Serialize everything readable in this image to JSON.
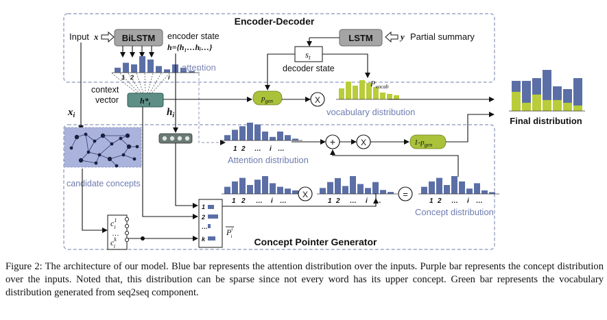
{
  "figure": {
    "encoder_decoder_title": "Encoder-Decoder",
    "input_label": "Input",
    "input_var": "x",
    "bilstm_label": "BiLSTM",
    "encoder_state_label": "encoder state",
    "encoder_state_formula": "h={h₁…hᵢ…}",
    "attention_label": "attention",
    "lstm_label": "LSTM",
    "y_var": "y",
    "partial_summary_label": "Partial summary",
    "st_label": "s",
    "st_sub": "t",
    "decoder_state_label": "decoder state",
    "context_vector_label": "context\nvector",
    "h_star_label": "h*",
    "h_star_sub": "t",
    "pgen_label": "p",
    "pgen_sub": "gen",
    "times_symbol": "X",
    "pvocab_label": "P",
    "pvocab_sub": "vocab",
    "vocab_dist_label": "vocabulary distribution",
    "final_dist_label": "Final distribution",
    "xi_label": "x",
    "xi_sub": "i",
    "hi_label": "h",
    "hi_sub": "i",
    "candidate_concepts_label": "candidate concepts",
    "attention_axis": [
      "1",
      "2",
      "…",
      "i",
      "…"
    ],
    "attention_dist_label": "Attention distribution",
    "plus_symbol": "+",
    "one_minus_pgen_label": "1-p",
    "one_minus_pgen_sub": "gen",
    "equals_symbol": "=",
    "concept_dist_label": "Concept distribution",
    "concept_pointer_title": "Concept Pointer Generator",
    "ci1_label": "c",
    "ci1_sup": "1",
    "ci1_sub": "i",
    "ci_dots": "…",
    "cik_label": "c",
    "cik_sup": "k",
    "cik_sub": "i",
    "matrix_rows": [
      "1",
      "2",
      "…",
      "k"
    ],
    "p_hat_label": "P",
    "p_hat_sup": "c",
    "p_hat_sub": "i",
    "colors": {
      "blue_bar": "#5b6fa6",
      "lime_bar": "#b9cc3a",
      "pill_fill": "#a9c23a",
      "box_gray": "#9a9a9a",
      "dashed_border": "#8a93b8",
      "network_fill": "#9da9d6"
    }
  },
  "caption": {
    "text": "Figure 2: The architecture of our model. Blue bar represents the attention distribution over the inputs. Purple bar represents the concept distribution over the inputs. Noted that, this distribution can be sparse since not every word has its upper concept. Green bar represents the vocabulary distribution generated from seq2seq component."
  },
  "chart_data": [
    {
      "type": "bar",
      "label": "attention",
      "values": [
        3,
        6,
        5,
        10,
        8,
        4,
        2,
        5,
        3,
        1
      ]
    },
    {
      "type": "bar",
      "label": "vocabulary distribution",
      "values": [
        8,
        13,
        10,
        14,
        12,
        9,
        5,
        4,
        3
      ]
    },
    {
      "type": "bar",
      "label": "Attention distribution",
      "values": [
        3,
        6,
        8,
        10,
        9,
        5,
        2,
        5,
        3,
        1
      ]
    },
    {
      "type": "bar",
      "label": "Concept distribution (left operand)",
      "values": [
        4,
        7,
        9,
        5,
        8,
        10,
        6,
        4,
        3,
        2
      ]
    },
    {
      "type": "bar",
      "label": "Concept distribution (right operand)",
      "values": [
        3,
        6,
        8,
        4,
        9,
        5,
        3,
        6,
        2,
        1
      ]
    },
    {
      "type": "bar",
      "label": "Concept distribution",
      "values": [
        4,
        7,
        9,
        5,
        10,
        7,
        3,
        6,
        2,
        1
      ]
    },
    {
      "type": "bar",
      "label": "Final distribution",
      "series": [
        {
          "name": "vocabulary",
          "values": [
            7,
            3,
            6,
            4,
            4,
            3,
            2
          ]
        },
        {
          "name": "attention",
          "values": [
            4,
            8,
            6,
            11,
            5,
            5,
            10
          ]
        }
      ]
    }
  ]
}
